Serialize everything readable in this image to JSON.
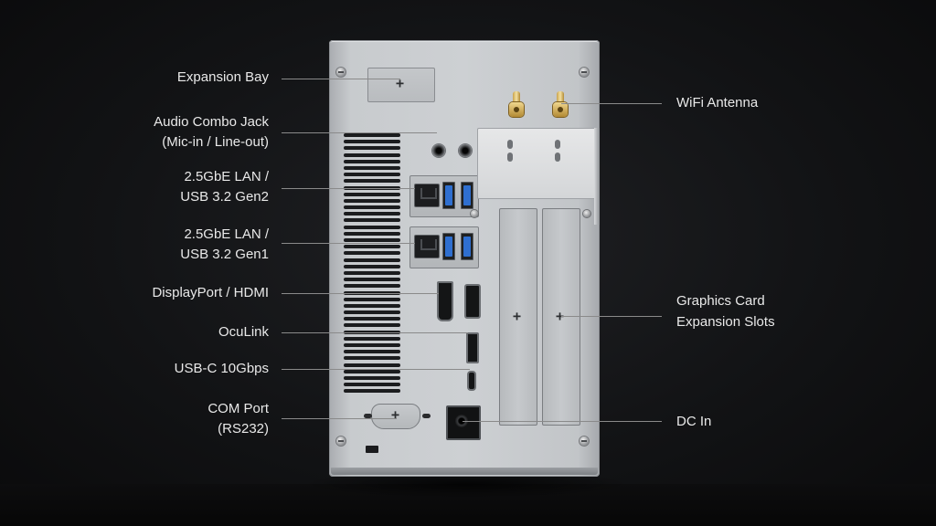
{
  "labels": {
    "expansion_bay": "Expansion Bay",
    "audio_combo_jack": "Audio Combo Jack",
    "audio_combo_jack_sub": "(Mic-in / Line-out)",
    "lan_gen2_line1": "2.5GbE LAN /",
    "lan_gen2_line2": "USB 3.2 Gen2",
    "lan_gen1_line1": "2.5GbE LAN /",
    "lan_gen1_line2": "USB 3.2 Gen1",
    "displayport_hdmi": "DisplayPort / HDMI",
    "oculink": "OcuLink",
    "usb_c": "USB-C 10Gbps",
    "com_port": "COM Port",
    "com_port_sub": "(RS232)",
    "wifi_antenna": "WiFi Antenna",
    "graphics_card_line1": "Graphics Card",
    "graphics_card_line2": "Expansion Slots",
    "dc_in": "DC In"
  },
  "glyphs": {
    "plus": "+"
  },
  "colors": {
    "background": "#121315",
    "chassis": "#cdd0d3",
    "usb_blue": "#2f6fd0",
    "antenna_gold": "#d4ae52",
    "label_text": "#e9e9e9"
  },
  "icons": [
    "screw-icon",
    "plus-icon",
    "rj45-port-icon",
    "usb-a-port-icon",
    "antenna-connector-icon"
  ]
}
